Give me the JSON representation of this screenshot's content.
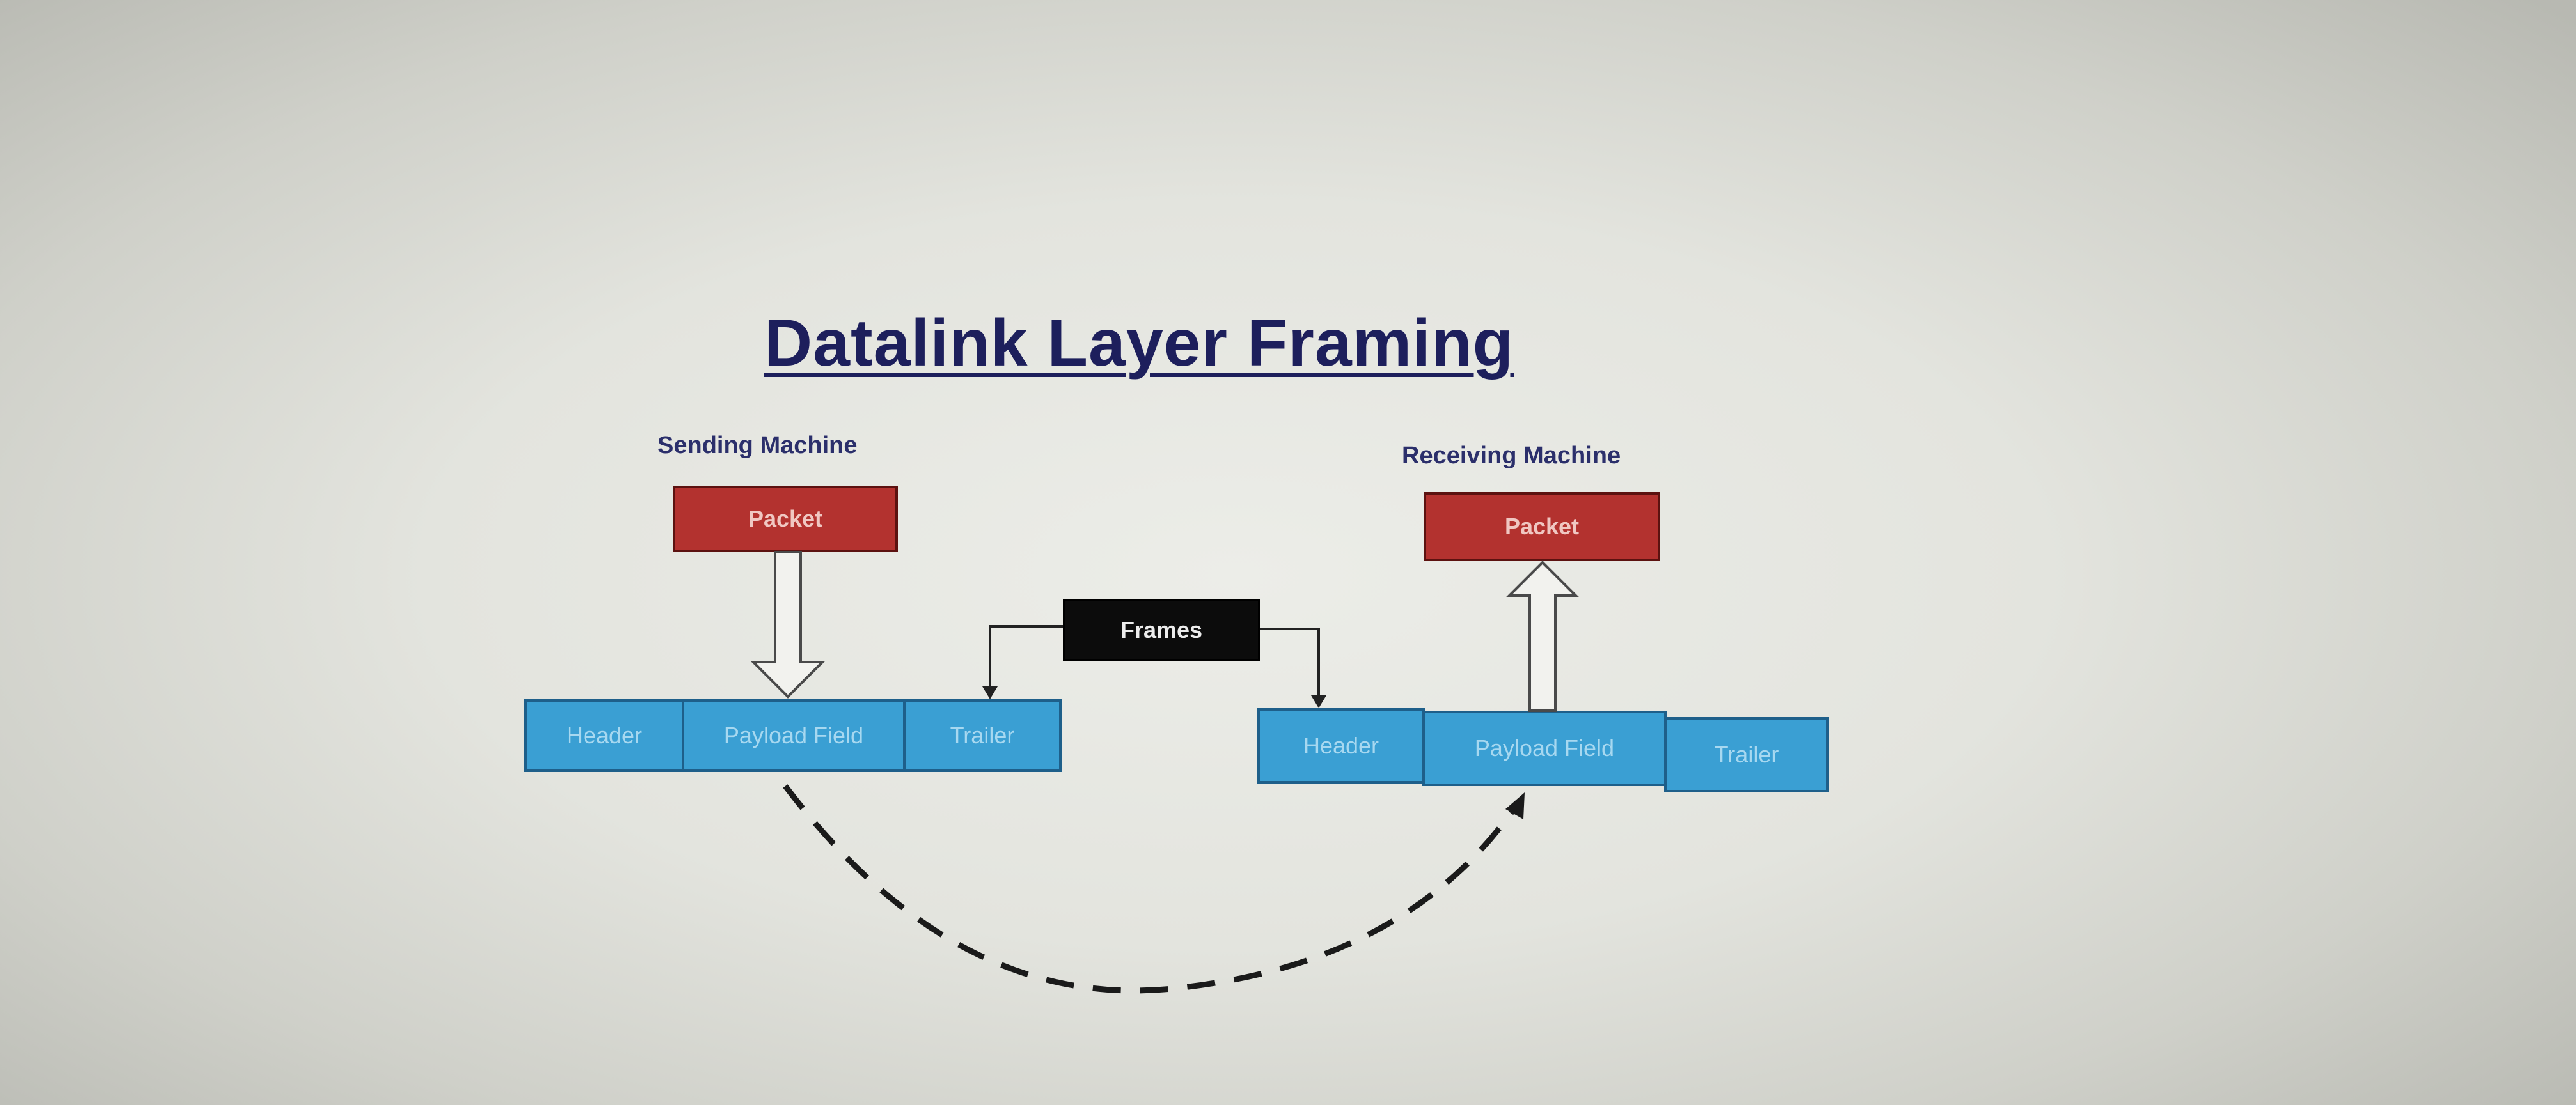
{
  "title": "Datalink Layer Framing",
  "sending": {
    "label": "Sending Machine",
    "packet": "Packet",
    "header": "Header",
    "payload": "Payload Field",
    "trailer": "Trailer"
  },
  "receiving": {
    "label": "Receiving Machine",
    "packet": "Packet",
    "header": "Header",
    "payload": "Payload Field",
    "trailer": "Trailer"
  },
  "frames_label": "Frames",
  "colors": {
    "title": "#1d1f5c",
    "packet": "#b3322f",
    "frame_cell": "#3a9fd3",
    "frames_box": "#0c0c0c"
  }
}
